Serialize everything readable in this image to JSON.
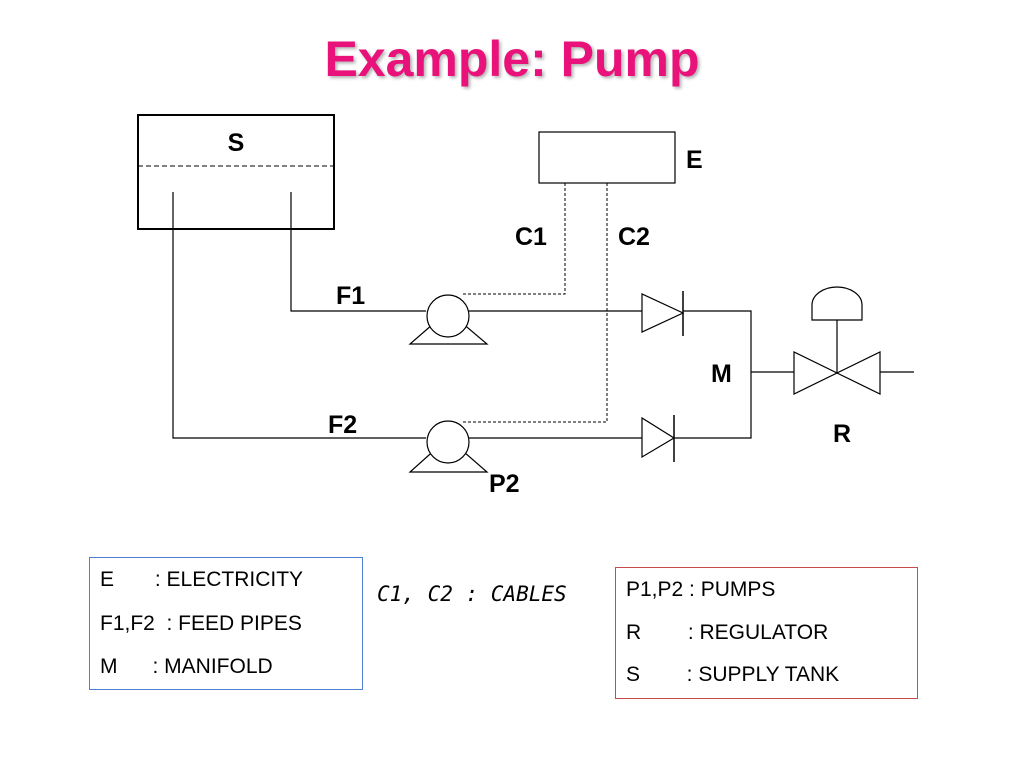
{
  "title": "Example: Pump",
  "colors": {
    "title": "#e8127a",
    "left_legend_border": "#4f7fd0",
    "right_legend_border": "#c84b4b",
    "lines": "#000000"
  },
  "labels": {
    "supply_tank": "S",
    "electricity": "E",
    "cable_1": "C1",
    "cable_2": "C2",
    "feed_pipe_1": "F1",
    "feed_pipe_2": "F2",
    "manifold": "M",
    "regulator": "R",
    "pump_2": "P2"
  },
  "legend_left": [
    "E       : ELECTRICITY",
    "F1,F2  : FEED PIPES",
    "M      : MANIFOLD"
  ],
  "cables_note": "C1, C2 : CABLES",
  "legend_right": [
    "P1,P2 : PUMPS",
    "R        : REGULATOR",
    "S        : SUPPLY TANK"
  ]
}
